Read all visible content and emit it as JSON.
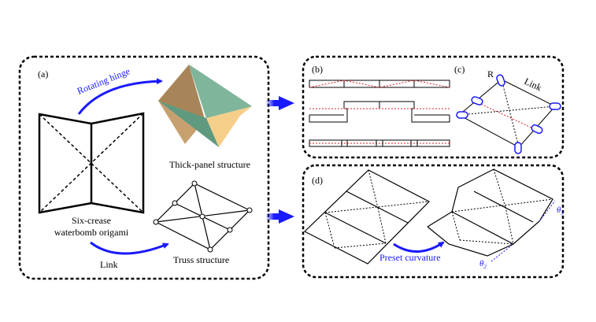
{
  "panels": {
    "a": {
      "label": "(a)",
      "rotating_hinge": "Rotating hinge",
      "thick_panel": "Thick-panel structure",
      "origami_line1": "Six-crease",
      "origami_line2": "waterbomb origami",
      "link": "Link",
      "truss": "Truss structure"
    },
    "b": {
      "label": "(b)"
    },
    "c": {
      "label": "(c)",
      "r": "R",
      "link": "Link"
    },
    "d": {
      "label": "(d)",
      "preset_curvature": "Preset curvature",
      "theta1": "θ",
      "theta1_sub": "1",
      "theta2": "θ",
      "theta2_sub": "2"
    }
  },
  "colors": {
    "arrow_blue": "#1a1aff",
    "crease_red": "#e02020",
    "panel_green": "#7fb59a",
    "panel_green_dark": "#5f9a80",
    "panel_tan": "#c8a070",
    "panel_tan_dark": "#a88558",
    "panel_yellow": "#f5cf8a"
  }
}
